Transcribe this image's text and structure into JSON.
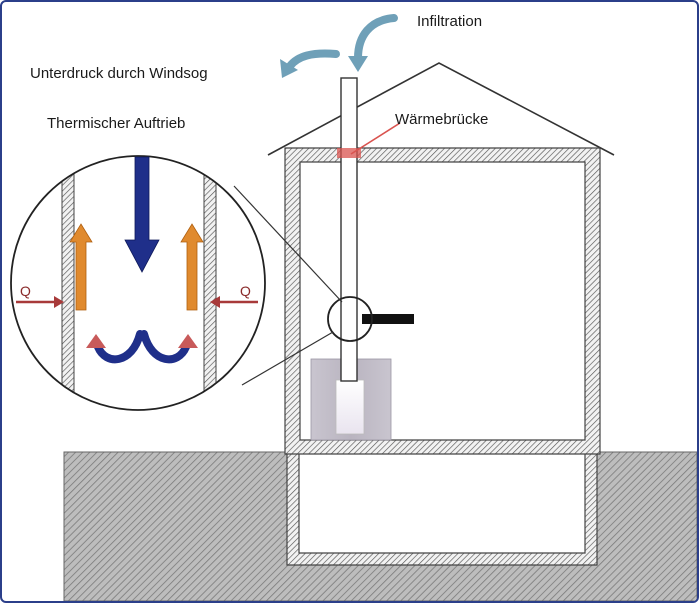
{
  "labels": {
    "infiltration": "Infiltration",
    "unterdruck": "Unterdruck durch Windsog",
    "thermischer_auftrieb": "Thermischer Auftrieb",
    "waermebruecke": "Wärmebrücke",
    "q_left": "Q",
    "q_right": "Q"
  },
  "colors": {
    "frame_border": "#2b3f8a",
    "ground_hatch": "#7a7a7a",
    "wall_outline": "#444444",
    "downdraft_arrow": "#1f2f8a",
    "updraft_arrow": "#e08a2e",
    "heat_arrow": "#a83a3a",
    "wind_arrow": "#6fa0b8",
    "thermal_bridge": "#d9534f"
  },
  "icons": {
    "infiltration_arrow": "curved-arrow-icon",
    "windsog_arrow": "curved-arrow-icon",
    "downdraft": "arrow-down-icon",
    "updraft": "arrow-up-icon",
    "heat_flow": "arrow-right-icon",
    "vortex": "vortex-arrows-icon"
  }
}
